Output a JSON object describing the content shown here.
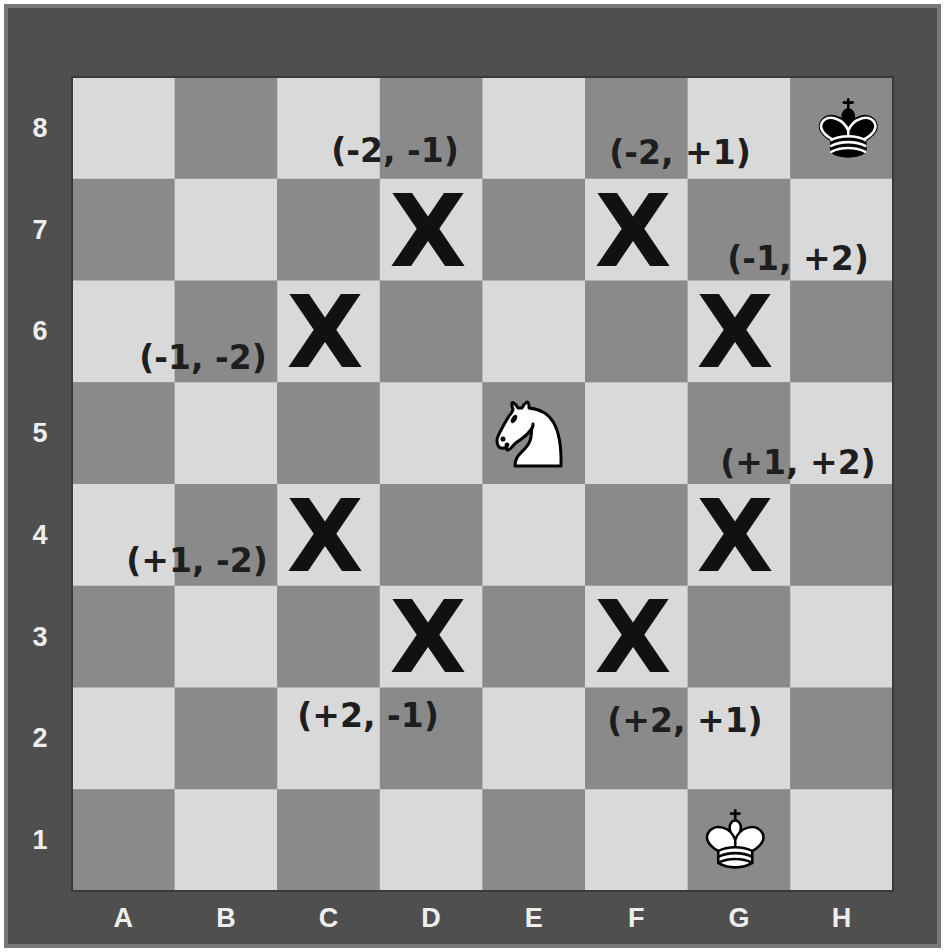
{
  "diagram": {
    "labels": [
      "8",
      "7",
      "6",
      "5",
      "4",
      "3",
      "2",
      "1",
      "A",
      "B",
      "C",
      "D",
      "E",
      "F",
      "G",
      "H",
      "(-2, -1)",
      "(-2, +1)",
      "X",
      "X",
      "(-1, +2)",
      "X",
      "X",
      "(-1, -2)",
      "(+1, +2)",
      "X",
      "X",
      "(+1, -2)",
      "X",
      "X",
      "(+2, -1)",
      "(+2, +1)"
    ]
  }
}
